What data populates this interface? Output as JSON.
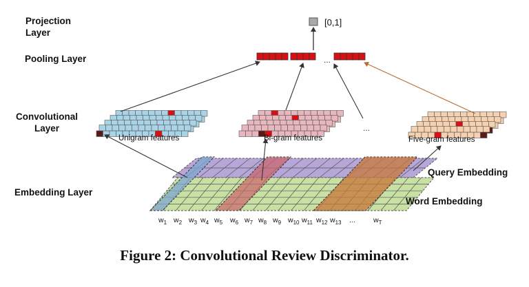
{
  "layers": {
    "projection": [
      "Projection",
      "Layer"
    ],
    "pooling": "Pooling Layer",
    "convolutional": [
      "Convolutional",
      "Layer"
    ],
    "embedding": "Embedding Layer"
  },
  "output_label": "[0,1]",
  "ellipsis": "...",
  "features": {
    "unigram": "Unigram features",
    "bigram": "Bi-gram features",
    "fivegram": "Five-gram features"
  },
  "embeddings": {
    "query": "Query Embedding",
    "word": "Word Embedding"
  },
  "word_tokens": [
    {
      "base": "w",
      "sub": "1"
    },
    {
      "base": "w",
      "sub": "2"
    },
    {
      "base": "w",
      "sub": "3"
    },
    {
      "base": "w",
      "sub": "4"
    },
    {
      "base": "w",
      "sub": "5"
    },
    {
      "base": "w",
      "sub": "6"
    },
    {
      "base": "w",
      "sub": "7"
    },
    {
      "base": "w",
      "sub": "8"
    },
    {
      "base": "w",
      "sub": "9"
    },
    {
      "base": "w",
      "sub": "10"
    },
    {
      "base": "w",
      "sub": "11"
    },
    {
      "base": "w",
      "sub": "12"
    },
    {
      "base": "w",
      "sub": "13"
    },
    {
      "base": "...",
      "sub": ""
    },
    {
      "base": "w",
      "sub": "T"
    }
  ],
  "caption": "Figure 2: Convolutional Review Discriminator.",
  "colors": {
    "pool_red": "#d90f14",
    "unigram": "#a9d3e6",
    "bigram": "#e8b7bd",
    "fivegram": "#f6d1b0",
    "query": "#b7a6d8",
    "word": "#c8e0a4",
    "window_blue": "#7fa7cf",
    "window_red": "#c9646a",
    "window_orange": "#c8773a"
  }
}
